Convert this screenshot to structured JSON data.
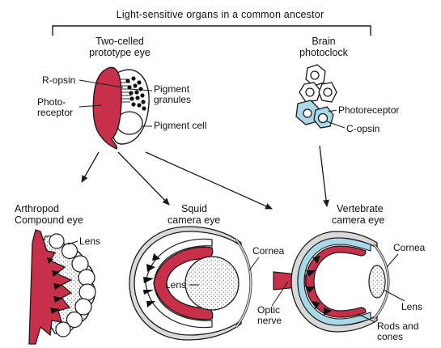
{
  "title": "Light-sensitive organs in a common ancestor",
  "prototype": {
    "heading_line1": "Two-celled",
    "heading_line2": "prototype eye",
    "r_opsin": "R-opsin",
    "photoreceptor_line1": "Photo-",
    "photoreceptor_line2": "receptor",
    "pigment_granules_line1": "Pigment",
    "pigment_granules_line2": "granules",
    "pigment_cell": "Pigment cell"
  },
  "brain": {
    "heading_line1": "Brain",
    "heading_line2": "photoclock",
    "photoreceptor": "Photoreceptor",
    "c_opsin": "C-opsin"
  },
  "arthropod": {
    "heading_line1": "Arthropod",
    "heading_line2": "Compound eye",
    "lens": "Lens"
  },
  "squid": {
    "heading_line1": "Squid",
    "heading_line2": "camera eye",
    "lens": "Lens",
    "cornea": "Cornea"
  },
  "vertebrate": {
    "heading_line1": "Vertebrate",
    "heading_line2": "camera eye",
    "cornea": "Cornea",
    "optic_nerve_line1": "Optic",
    "optic_nerve_line2": "nerve",
    "lens": "Lens",
    "rods_line1": "Rods and",
    "rods_line2": "cones"
  },
  "colors": {
    "photoreceptor_red": "#c8304a",
    "copsin_blue": "#a9d8e8",
    "sclera_gray": "#d9d9d9",
    "outline": "#1a1a1a"
  }
}
